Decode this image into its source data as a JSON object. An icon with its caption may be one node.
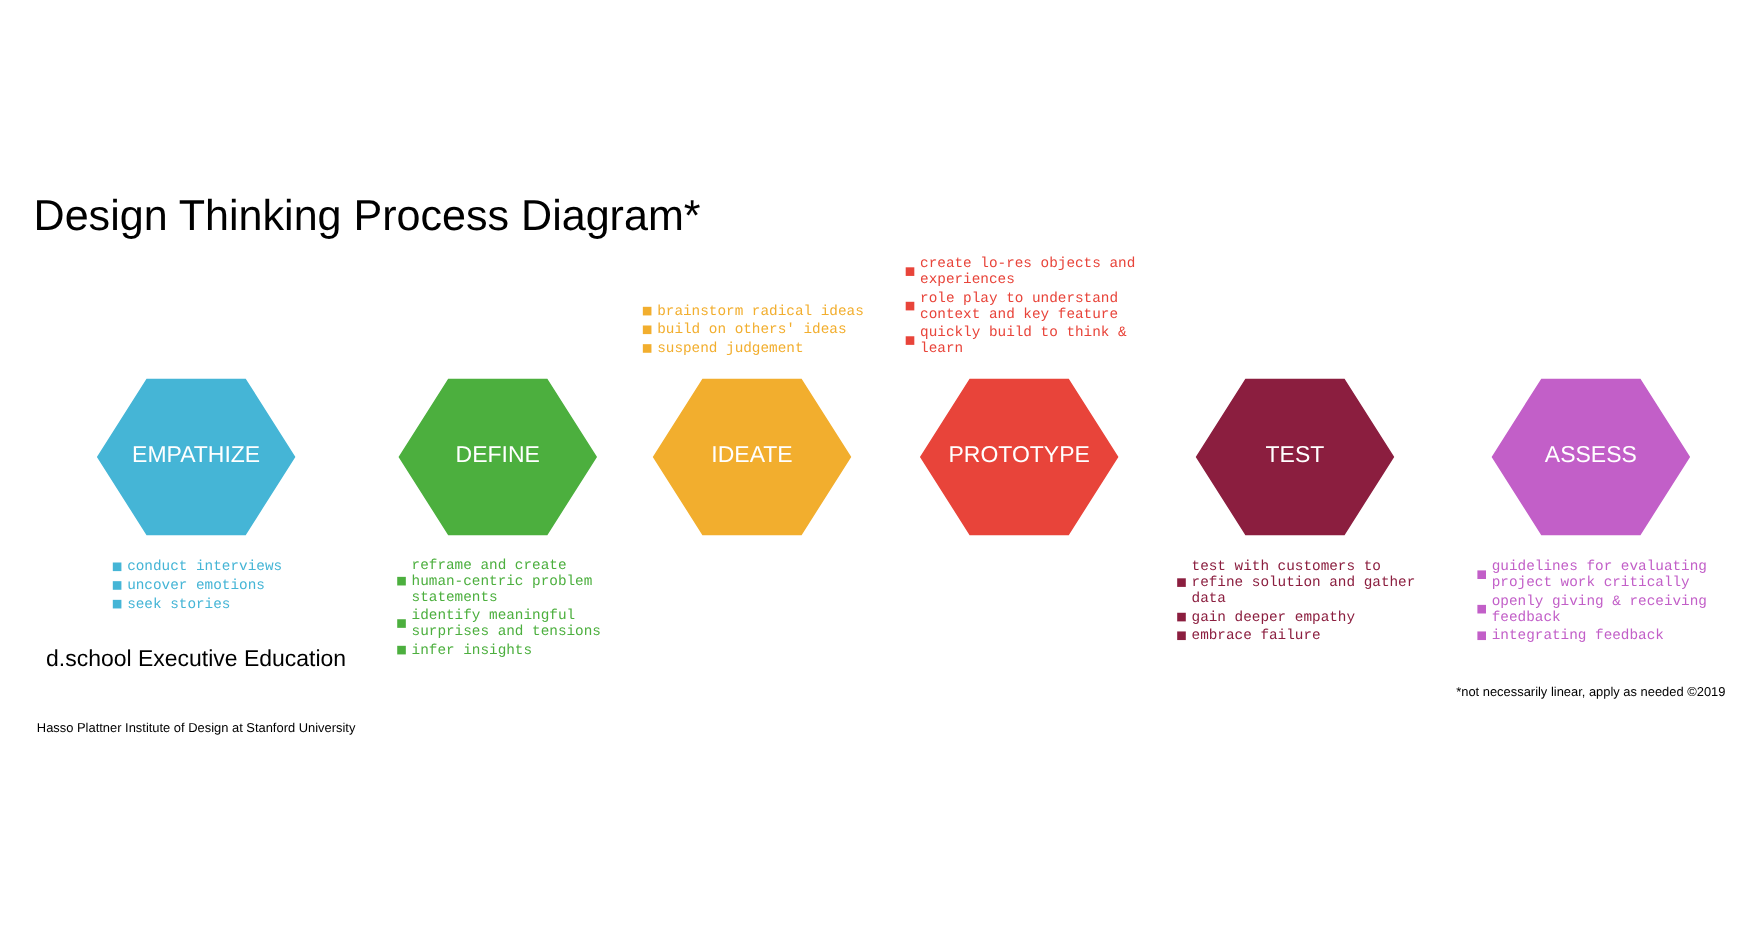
{
  "diagram": {
    "title": "Design Thinking Process Diagram*",
    "nodes": [
      {
        "text": [
          "EMPATHIZE"
        ],
        "beside": [
          "conduct interviews",
          "uncover emotions",
          "seek stories"
        ]
      },
      {
        "text": [
          "DEFINE"
        ],
        "beside": [
          "reframe and create human-centric problem statements",
          "identify meaningful surprises and tensions",
          "infer insights"
        ]
      },
      {
        "text": [
          "IDEATE"
        ],
        "beside": [
          "brainstorm radical ideas",
          "build on others' ideas",
          "suspend judgement"
        ]
      },
      {
        "text": [
          "PROTOTYPE"
        ],
        "beside": [
          "create lo-res objects and experiences",
          "role play to understand context and key feature",
          "quickly build to think & learn"
        ]
      },
      {
        "text": [
          "TEST"
        ],
        "beside": [
          "test with customers to refine solution and gather data",
          "gain deeper empathy",
          "embrace failure"
        ]
      },
      {
        "text": [
          "ASSESS"
        ],
        "beside": [
          "guidelines for evaluating project work critically",
          "openly giving & receiving feedback",
          "integrating feedback"
        ]
      }
    ],
    "edges": [],
    "labels": [
      "d.school Executive Education",
      "Hasso Plattner Institute of Design at Stanford University",
      "*not necessarily linear, apply as needed ©2019"
    ]
  }
}
